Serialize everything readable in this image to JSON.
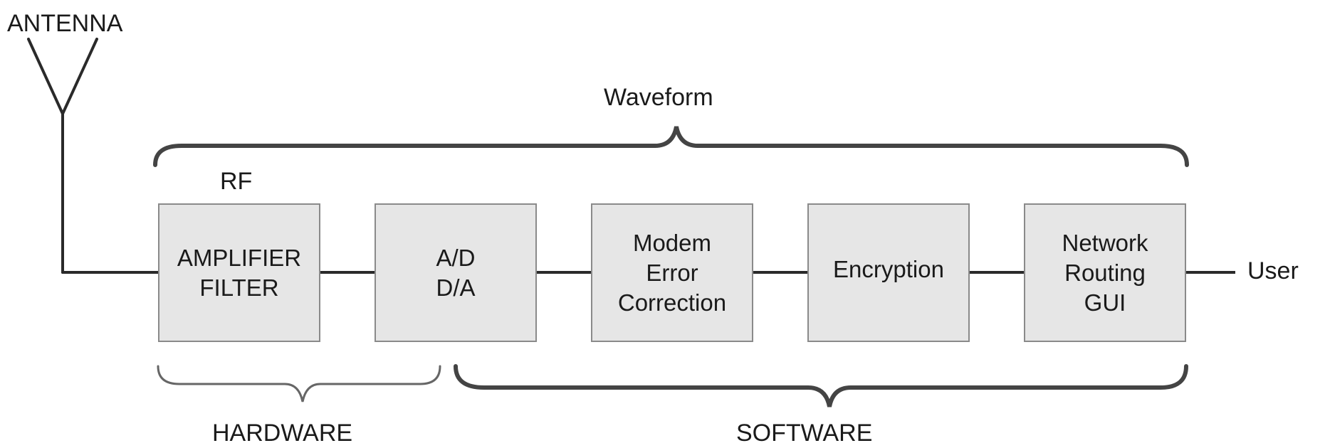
{
  "labels": {
    "antenna": "ANTENNA",
    "waveform": "Waveform",
    "rf": "RF",
    "user": "User",
    "hardware": "HARDWARE",
    "software": "SOFTWARE"
  },
  "blocks": [
    {
      "lines": [
        "AMPLIFIER",
        "FILTER"
      ]
    },
    {
      "lines": [
        "A/D",
        "D/A"
      ]
    },
    {
      "lines": [
        "Modem",
        "Error",
        "Correction"
      ]
    },
    {
      "lines": [
        "Encryption"
      ]
    },
    {
      "lines": [
        "Network",
        "Routing",
        "GUI"
      ]
    }
  ],
  "colors": {
    "block_fill": "#e6e6e6",
    "block_border": "#8a8a8a",
    "line": "#2a2a2a",
    "brace": "#444444"
  }
}
